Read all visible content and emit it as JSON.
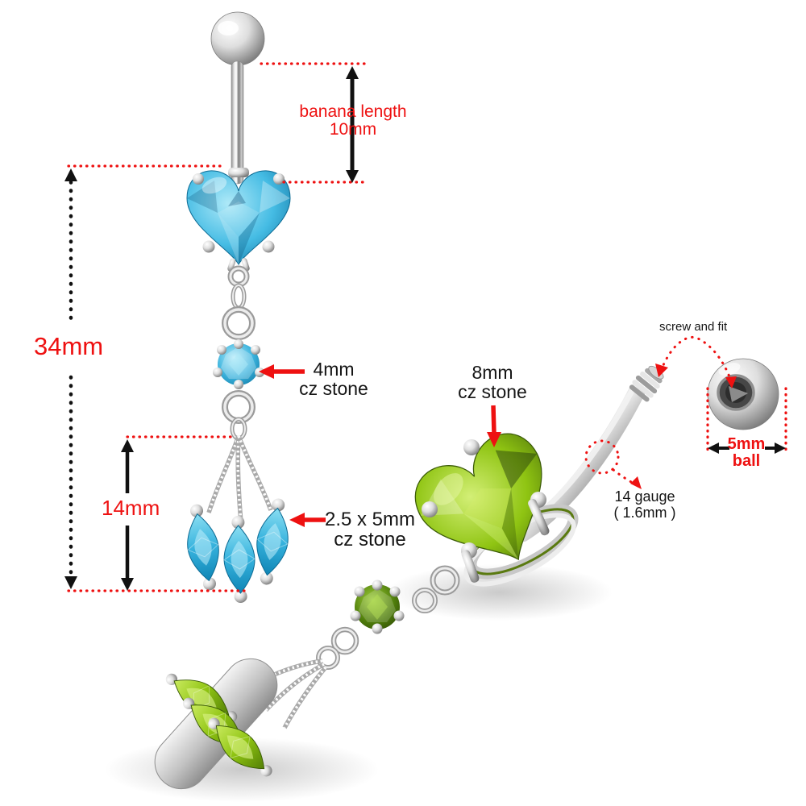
{
  "product_view": {
    "left_variant": "blue heart dangle belly ring front view",
    "right_variant": "green heart dangle belly ring angled view"
  },
  "annotations": {
    "banana_length": {
      "line1": "banana length",
      "line2": "10mm"
    },
    "overall_length": {
      "value": "34mm"
    },
    "dangle_length": {
      "value": "14mm"
    },
    "small_cz": {
      "line1": "4mm",
      "line2": "cz stone"
    },
    "marquise_cz": {
      "line1": "2.5 x 5mm",
      "line2": "cz stone"
    },
    "heart_cz": {
      "line1": "8mm",
      "line2": "cz stone"
    },
    "screw_fit": {
      "value": "screw and fit"
    },
    "ball_size": {
      "line1": "5mm",
      "line2": "ball"
    },
    "gauge": {
      "line1": "14 gauge",
      "line2": "( 1.6mm )"
    }
  },
  "colors": {
    "annotation_red": "#ee1111",
    "label_black": "#151515",
    "blue_stone": "#45bce4",
    "green_stone": "#8fc412",
    "metal_silver": "#c9c9c9",
    "background": "#ffffff"
  }
}
